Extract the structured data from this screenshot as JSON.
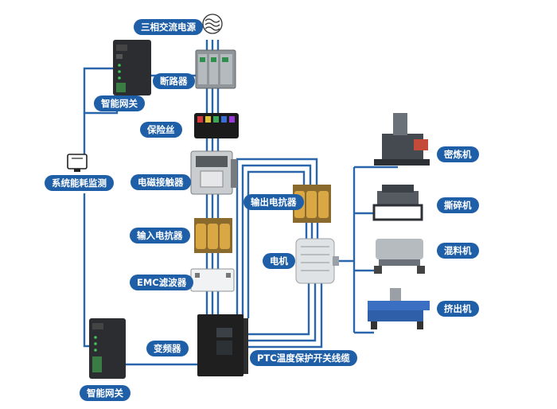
{
  "labels": {
    "power_source": "三相交流电源",
    "breaker": "断路器",
    "gateway_top": "智能网关",
    "fuse": "保险丝",
    "contactor": "电磁接触器",
    "monitoring": "系统能耗监测",
    "input_reactor": "输入电抗器",
    "output_reactor": "输出电抗器",
    "motor": "电机",
    "emc_filter": "EMC滤波器",
    "inverter": "变频器",
    "ptc_cable": "PTC温度保护开关线缆",
    "gateway_bottom": "智能网关",
    "banbury": "密炼机",
    "shredder": "撕碎机",
    "mixer": "混料机",
    "extruder": "挤出机"
  },
  "colors": {
    "wire": "#2a66ac",
    "label_bg": "#1f5fa8",
    "label_text": "#ffffff"
  }
}
